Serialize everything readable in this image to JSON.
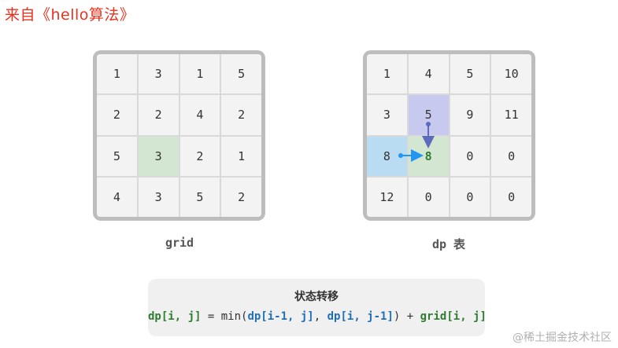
{
  "source_label": "来自《hello算法》",
  "grid": {
    "caption": "grid",
    "cells": [
      [
        "1",
        "3",
        "1",
        "5"
      ],
      [
        "2",
        "2",
        "4",
        "2"
      ],
      [
        "5",
        "3",
        "2",
        "1"
      ],
      [
        "4",
        "3",
        "5",
        "2"
      ]
    ],
    "highlight": {
      "row": 2,
      "col": 1,
      "color": "#d3e6d1"
    }
  },
  "dp": {
    "caption": "dp 表",
    "cells": [
      [
        "1",
        "4",
        "5",
        "10"
      ],
      [
        "3",
        "5",
        "9",
        "11"
      ],
      [
        "8",
        "8",
        "0",
        "0"
      ],
      [
        "12",
        "0",
        "0",
        "0"
      ]
    ],
    "highlights": {
      "up": {
        "row": 1,
        "col": 1,
        "color": "#c7caee"
      },
      "left": {
        "row": 2,
        "col": 0,
        "color": "#b9dcf3"
      },
      "target": {
        "row": 2,
        "col": 1,
        "color": "#d3e6d1"
      }
    }
  },
  "formula": {
    "title": "状态转移",
    "parts": {
      "lhs": "dp[i, j]",
      "eq": " = min(",
      "a": "dp[i-1, j]",
      "comma": ", ",
      "b": "dp[i, j-1]",
      "close": ") + ",
      "c": "grid[i, j]"
    }
  },
  "colors": {
    "arrow_up": "#5c6bc0",
    "arrow_left": "#2196f3",
    "source_text": "#e8321e"
  },
  "watermark": "@稀土掘金技术社区"
}
